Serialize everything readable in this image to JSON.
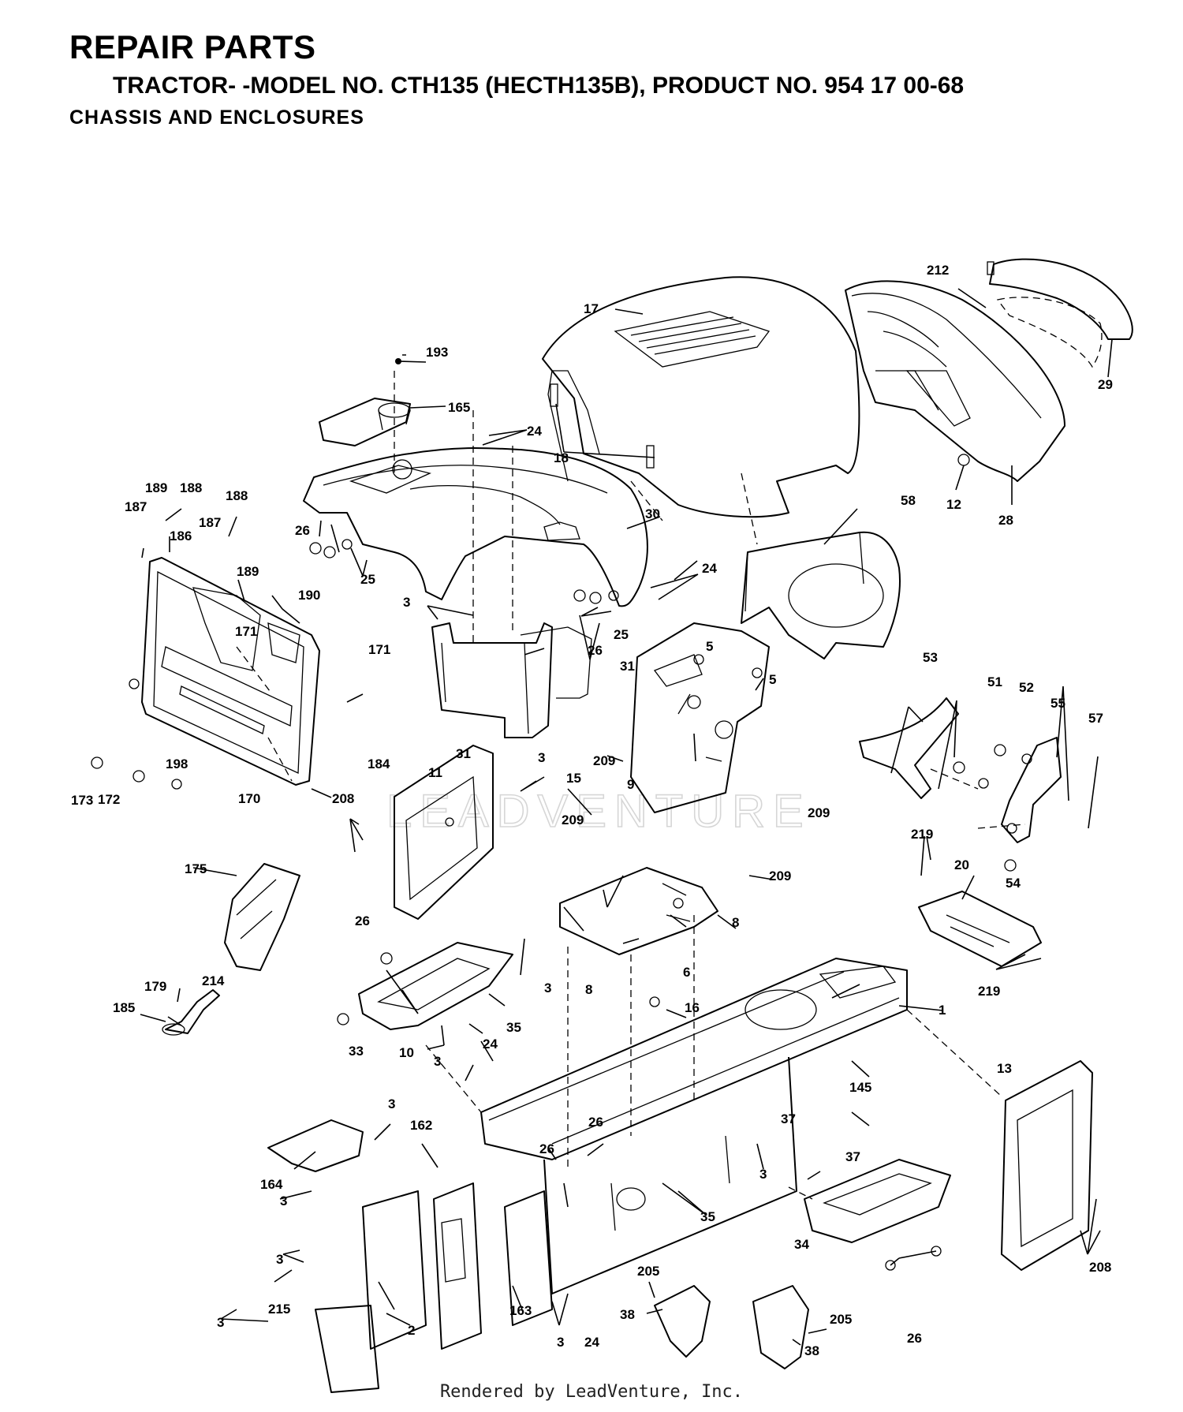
{
  "header": {
    "title": "REPAIR PARTS",
    "subtitle": "TRACTOR- -MODEL NO. CTH135 (HECTH135B), PRODUCT NO. 954 17 00-68",
    "section": "CHASSIS AND ENCLOSURES"
  },
  "watermark": "LEADVENTURE",
  "footer": "Rendered by LeadVenture, Inc.",
  "callouts": [
    {
      "label": "193"
    },
    {
      "label": "165"
    },
    {
      "label": "24"
    },
    {
      "label": "17"
    },
    {
      "label": "18"
    },
    {
      "label": "212"
    },
    {
      "label": "29"
    },
    {
      "label": "12"
    },
    {
      "label": "28"
    },
    {
      "label": "189"
    },
    {
      "label": "188"
    },
    {
      "label": "187"
    },
    {
      "label": "186"
    },
    {
      "label": "188"
    },
    {
      "label": "187"
    },
    {
      "label": "189"
    },
    {
      "label": "26"
    },
    {
      "label": "25"
    },
    {
      "label": "30"
    },
    {
      "label": "24"
    },
    {
      "label": "58"
    },
    {
      "label": "190"
    },
    {
      "label": "171"
    },
    {
      "label": "171"
    },
    {
      "label": "3"
    },
    {
      "label": "25"
    },
    {
      "label": "26"
    },
    {
      "label": "31"
    },
    {
      "label": "31"
    },
    {
      "label": "3"
    },
    {
      "label": "5"
    },
    {
      "label": "5"
    },
    {
      "label": "53"
    },
    {
      "label": "51"
    },
    {
      "label": "52"
    },
    {
      "label": "55"
    },
    {
      "label": "57"
    },
    {
      "label": "209"
    },
    {
      "label": "9"
    },
    {
      "label": "198"
    },
    {
      "label": "172"
    },
    {
      "label": "173"
    },
    {
      "label": "170"
    },
    {
      "label": "184"
    },
    {
      "label": "11"
    },
    {
      "label": "15"
    },
    {
      "label": "209"
    },
    {
      "label": "208"
    },
    {
      "label": "209"
    },
    {
      "label": "209"
    },
    {
      "label": "219"
    },
    {
      "label": "20"
    },
    {
      "label": "54"
    },
    {
      "label": "175"
    },
    {
      "label": "8"
    },
    {
      "label": "26"
    },
    {
      "label": "6"
    },
    {
      "label": "3"
    },
    {
      "label": "8"
    },
    {
      "label": "219"
    },
    {
      "label": "214"
    },
    {
      "label": "179"
    },
    {
      "label": "185"
    },
    {
      "label": "16"
    },
    {
      "label": "1"
    },
    {
      "label": "35"
    },
    {
      "label": "33"
    },
    {
      "label": "10"
    },
    {
      "label": "24"
    },
    {
      "label": "3"
    },
    {
      "label": "145"
    },
    {
      "label": "13"
    },
    {
      "label": "3"
    },
    {
      "label": "162"
    },
    {
      "label": "26"
    },
    {
      "label": "37"
    },
    {
      "label": "26"
    },
    {
      "label": "37"
    },
    {
      "label": "164"
    },
    {
      "label": "3"
    },
    {
      "label": "3"
    },
    {
      "label": "35"
    },
    {
      "label": "34"
    },
    {
      "label": "3"
    },
    {
      "label": "205"
    },
    {
      "label": "215"
    },
    {
      "label": "163"
    },
    {
      "label": "208"
    },
    {
      "label": "3"
    },
    {
      "label": "24"
    },
    {
      "label": "26"
    },
    {
      "label": "205"
    },
    {
      "label": "38"
    },
    {
      "label": "3"
    },
    {
      "label": "2"
    },
    {
      "label": "38"
    }
  ]
}
